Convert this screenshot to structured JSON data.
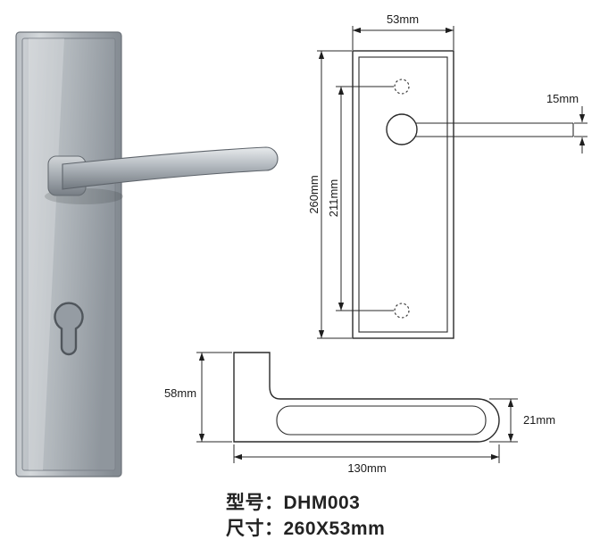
{
  "caption": {
    "model": "型号：DHM003",
    "size": "尺寸：260X53mm"
  },
  "front_view": {
    "width": "53mm",
    "height": "260mm",
    "hole_spacing": "211mm",
    "lever_thickness": "15mm"
  },
  "lever_view": {
    "height": "58mm",
    "grip_thickness": "21mm",
    "length": "130mm"
  },
  "colors": {
    "drawing_line": "#2a2a2a",
    "metal_light": "#e6e9eb",
    "metal_mid": "#aeb4ba",
    "metal_dark": "#767d84",
    "background": "#ffffff"
  }
}
